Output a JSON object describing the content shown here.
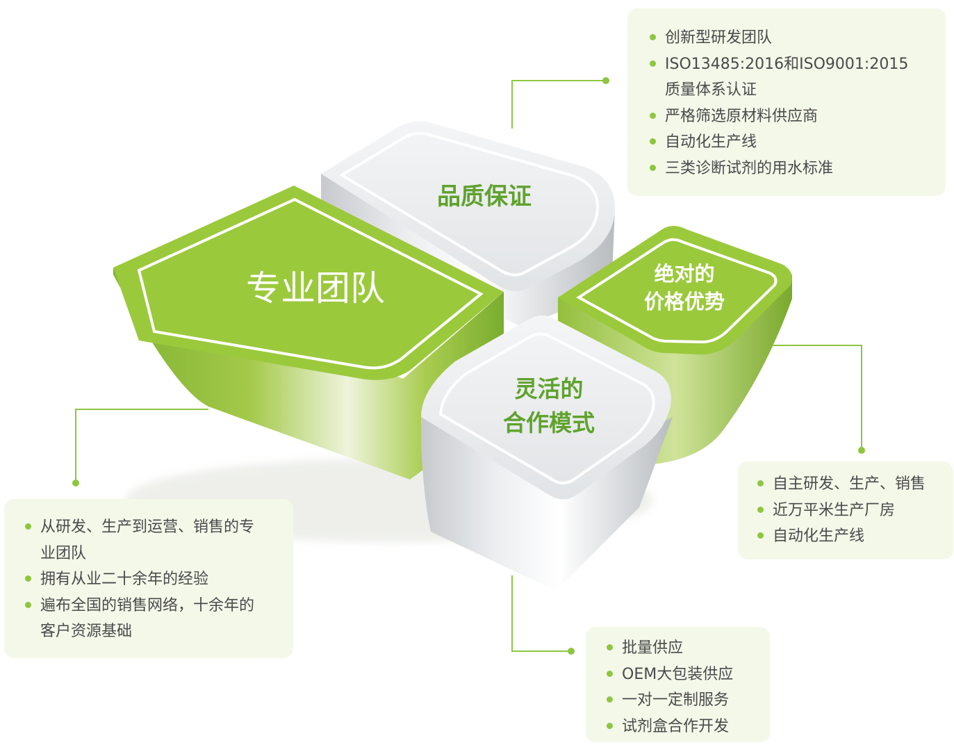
{
  "blocks": {
    "team": {
      "label": "专业团队"
    },
    "quality": {
      "label": "品质保证"
    },
    "price": {
      "line1": "绝对的",
      "line2": "价格优势"
    },
    "coop": {
      "line1": "灵活的",
      "line2": "合作模式"
    }
  },
  "lists": {
    "quality": [
      {
        "text": "创新型研发团队"
      },
      {
        "text": "ISO13485:2016和ISO9001:2015"
      },
      {
        "text": "质量体系认证",
        "continuation": true
      },
      {
        "text": "严格筛选原材料供应商"
      },
      {
        "text": "自动化生产线"
      },
      {
        "text": "三类诊断试剂的用水标准"
      }
    ],
    "price": [
      {
        "text": "自主研发、生产、销售"
      },
      {
        "text": "近万平米生产厂房"
      },
      {
        "text": "自动化生产线"
      }
    ],
    "team": [
      {
        "text": "从研发、生产到运营、销售的专"
      },
      {
        "text": "业团队",
        "continuation": true
      },
      {
        "text": "拥有从业二十余年的经验"
      },
      {
        "text": "遍布全国的销售网络，十余年的"
      },
      {
        "text": "客户资源基础",
        "continuation": true
      }
    ],
    "coop": [
      {
        "text": "批量供应"
      },
      {
        "text": "OEM大包装供应"
      },
      {
        "text": "一对一定制服务"
      },
      {
        "text": "试剂盒合作开发"
      }
    ]
  },
  "colors": {
    "green": "#8dc63f",
    "green_dark": "#6fa52e",
    "label_green": "#5fa22d",
    "silver": "#d9dcdf",
    "box_bg": "#f4f8e9",
    "text": "#4a4a4a"
  }
}
